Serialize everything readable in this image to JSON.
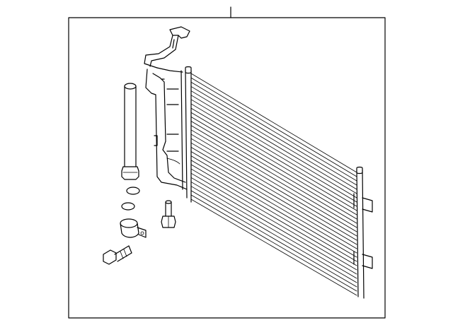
{
  "diagram": {
    "background_color": "#ffffff",
    "line_color": "#000000",
    "parts": [
      "leader-line",
      "frame",
      "condenser-core",
      "side-tank",
      "inlet-pipe",
      "receiver-drier",
      "o-ring",
      "mounting-bracket",
      "bolt",
      "fitting"
    ]
  }
}
